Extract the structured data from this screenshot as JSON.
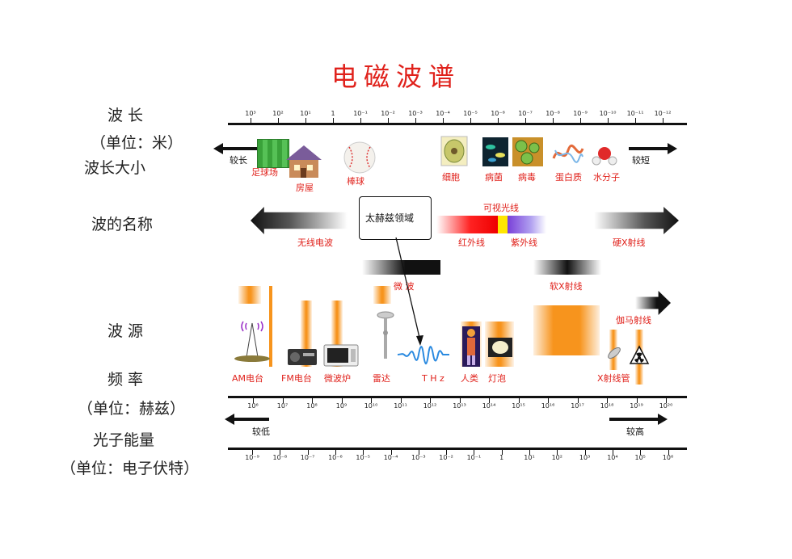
{
  "title": "电磁波谱",
  "left_labels": {
    "wavelength": "波  长",
    "wavelength_unit": "（单位：米）",
    "wavelength_size": "波长大小",
    "wave_name": "波的名称",
    "wave_source": "波  源",
    "frequency": "频  率",
    "frequency_unit": "（单位：赫兹）",
    "photon_energy": "光子能量",
    "photon_unit": "（单位：电子伏特）"
  },
  "wavelength_ticks": [
    "10³",
    "10²",
    "10¹",
    "1",
    "10⁻¹",
    "10⁻²",
    "10⁻³",
    "10⁻⁴",
    "10⁻⁵",
    "10⁻⁶",
    "10⁻⁷",
    "10⁻⁸",
    "10⁻⁹",
    "10⁻¹⁰",
    "10⁻¹¹",
    "10⁻¹²"
  ],
  "frequency_ticks": [
    "10⁶",
    "10⁷",
    "10⁸",
    "10⁹",
    "10¹⁰",
    "10¹¹",
    "10¹²",
    "10¹³",
    "10¹⁴",
    "10¹⁵",
    "10¹⁶",
    "10¹⁷",
    "10¹⁸",
    "10¹⁹",
    "10²⁰"
  ],
  "energy_ticks": [
    "10⁻⁹",
    "10⁻⁸",
    "10⁻⁷",
    "10⁻⁶",
    "10⁻⁵",
    "10⁻⁴",
    "10⁻³",
    "10⁻²",
    "10⁻¹",
    "1",
    "10¹",
    "10²",
    "10³",
    "10⁴",
    "10⁵",
    "10⁶"
  ],
  "arrows": {
    "longer": "较长",
    "shorter": "较短",
    "lower": "较低",
    "higher": "较高"
  },
  "size_examples": [
    "足球场",
    "房屋",
    "棒球",
    "细胞",
    "病菌",
    "病毒",
    "蛋白质",
    "水分子"
  ],
  "wave_names": {
    "radio": "无线电波",
    "terahertz": "太赫兹领域",
    "visible": "可视光线",
    "infrared": "红外线",
    "ultraviolet": "紫外线",
    "hard_xray": "硬X射线",
    "microwave": "微 波",
    "soft_xray": "软X射线"
  },
  "sources": [
    "AM电台",
    "FM电台",
    "微波炉",
    "雷达",
    "T H z",
    "人类",
    "灯泡",
    "X射线管",
    "伽马射线"
  ],
  "colors": {
    "title": "#e0211b",
    "label_red": "#e0211b",
    "orange": "#f7941d"
  }
}
